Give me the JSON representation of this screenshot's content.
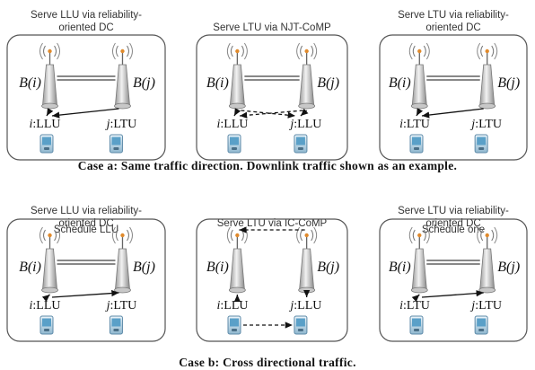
{
  "case_a": {
    "caption": "Case a: Same traffic direction. Downlink traffic shown as an example.",
    "panels": [
      {
        "title_lines": [
          "Serve LLU via reliability-",
          "oriented DC"
        ],
        "left_bs": "B(i)",
        "right_bs": "B(j)",
        "left_user_index": "i",
        "left_user_type": "LLU",
        "right_user_index": "j",
        "right_user_type": "LTU"
      },
      {
        "title_lines": [
          "Serve LTU via NJT-CoMP"
        ],
        "left_bs": "B(i)",
        "right_bs": "B(j)",
        "left_user_index": "i",
        "left_user_type": "LLU",
        "right_user_index": "j",
        "right_user_type": "LLU"
      },
      {
        "title_lines": [
          "Serve LTU via reliability-",
          "oriented DC"
        ],
        "left_bs": "B(i)",
        "right_bs": "B(j)",
        "left_user_index": "i",
        "left_user_type": "LTU",
        "right_user_index": "j",
        "right_user_type": "LTU"
      }
    ]
  },
  "case_b": {
    "caption": "Case b: Cross directional traffic.",
    "panels": [
      {
        "title_lines": [
          "Serve LLU via reliability-",
          "oriented DC"
        ],
        "inner_label": "Schedule LLU",
        "left_bs": "B(i)",
        "right_bs": "B(j)",
        "left_user_index": "i",
        "left_user_type": "LLU",
        "right_user_index": "j",
        "right_user_type": "LTU"
      },
      {
        "title_lines": [
          "Serve LTU via IC-CoMP"
        ],
        "left_bs": "B(i)",
        "right_bs": "B(j)",
        "left_user_index": "i",
        "left_user_type": "LLU",
        "right_user_index": "j",
        "right_user_type": "LLU"
      },
      {
        "title_lines": [
          "Serve LTU via reliability-",
          "oriented DC"
        ],
        "inner_label": "Schedule one",
        "left_bs": "B(i)",
        "right_bs": "B(j)",
        "left_user_index": "i",
        "left_user_type": "LTU",
        "right_user_index": "j",
        "right_user_type": "LTU"
      }
    ]
  }
}
